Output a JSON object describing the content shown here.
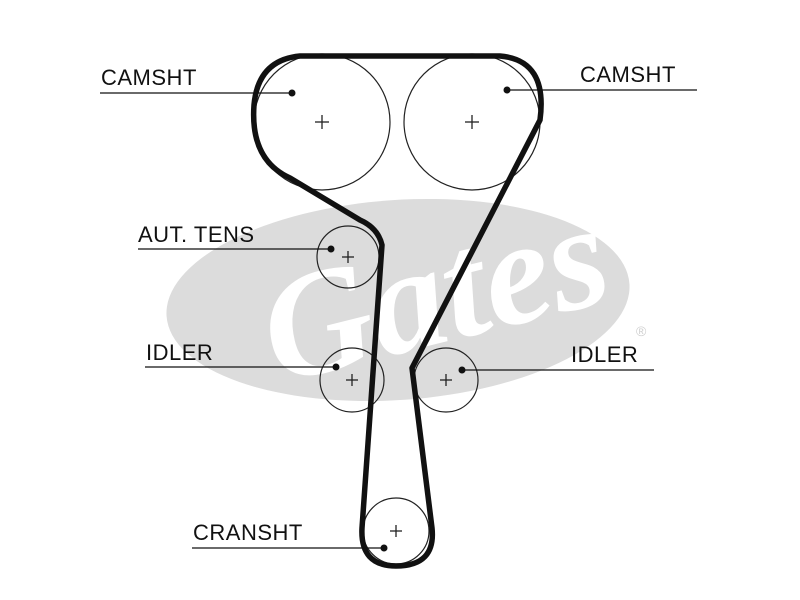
{
  "watermark": {
    "brand_text": "Gates",
    "registered_mark": "®"
  },
  "labels": {
    "camshaft_left": "CAMSHT",
    "camshaft_right": "CAMSHT",
    "auto_tensioner": "AUT. TENS",
    "idler_left": "IDLER",
    "idler_right": "IDLER",
    "crankshaft": "CRANSHT"
  },
  "colors": {
    "line": "#111111",
    "watermark": "#dcdcdc"
  }
}
